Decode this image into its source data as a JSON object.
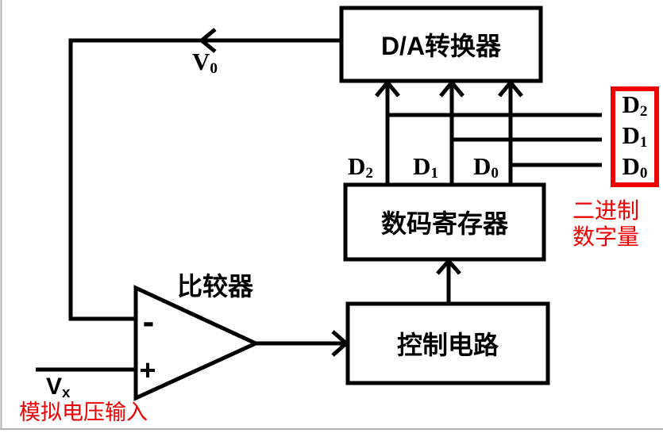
{
  "diagram": {
    "title_hint": "successive-approximation ADC block diagram",
    "blocks": {
      "dac": {
        "label": "D/A转换器"
      },
      "register": {
        "label": "数码寄存器"
      },
      "control": {
        "label": "控制电路"
      },
      "comparator": {
        "label": "比较器",
        "minus": "-",
        "plus": "+"
      }
    },
    "signals": {
      "v0": {
        "base": "V",
        "sub": "0"
      },
      "vx": {
        "base": "V",
        "sub": "x"
      },
      "bus": [
        {
          "base": "D",
          "sub": "2"
        },
        {
          "base": "D",
          "sub": "1"
        },
        {
          "base": "D",
          "sub": "0"
        }
      ],
      "outputs": [
        {
          "base": "D",
          "sub": "2"
        },
        {
          "base": "D",
          "sub": "1"
        },
        {
          "base": "D",
          "sub": "0"
        }
      ]
    },
    "annotations": {
      "analog_input": "模拟电压输入",
      "binary_line1": "二进制",
      "binary_line2": "数字量"
    },
    "colors": {
      "line": "#000000",
      "highlight_red": "#ee0000",
      "background": "#ffffff",
      "page_edge": "#b3b3b3"
    }
  }
}
